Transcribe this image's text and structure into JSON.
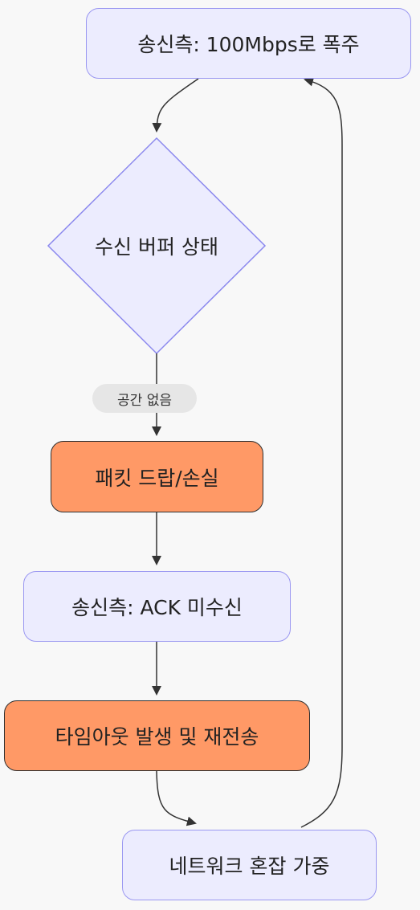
{
  "nodes": {
    "sender_burst": "송신측: 100Mbps로 폭주",
    "receiver_buffer": "수신 버퍼 상태",
    "packet_drop": "패킷 드랍/손실",
    "ack_missing": "송신측: ACK 미수신",
    "timeout_retransmit": "타임아웃 발생 및 재전송",
    "network_congestion": "네트워크 혼잡 가중"
  },
  "edges": {
    "no_space": "공간 없음"
  },
  "colors": {
    "node_fill": "#ececfe",
    "node_border": "#9a97f1",
    "alert_fill": "#ff9966",
    "alert_border": "#2f2f2f",
    "edge": "#333333",
    "background": "#f8f8f8"
  }
}
